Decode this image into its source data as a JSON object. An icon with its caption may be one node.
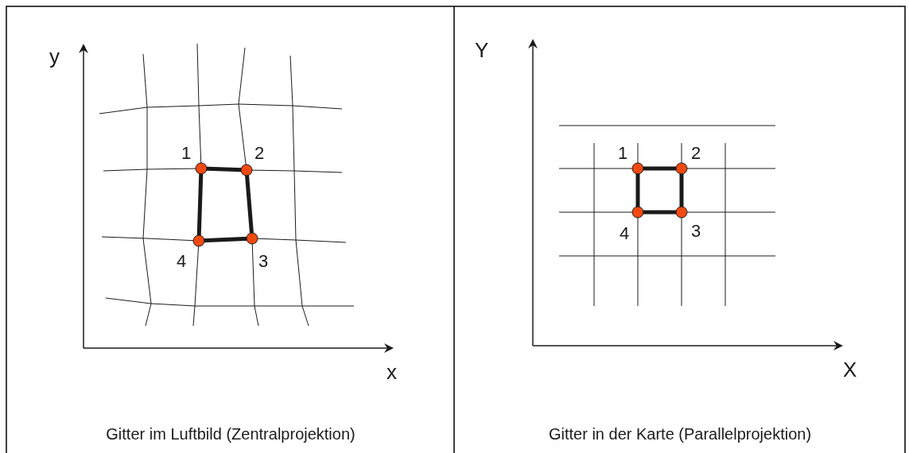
{
  "diagram": {
    "labels": [
      "y",
      "1",
      "2",
      "4",
      "3",
      "x",
      "Gitter im Luftbild (Zentralprojektion)",
      "Y",
      "1",
      "2",
      "4",
      "3",
      "X",
      "Gitter in der Karte (Parallelprojektion)"
    ]
  }
}
